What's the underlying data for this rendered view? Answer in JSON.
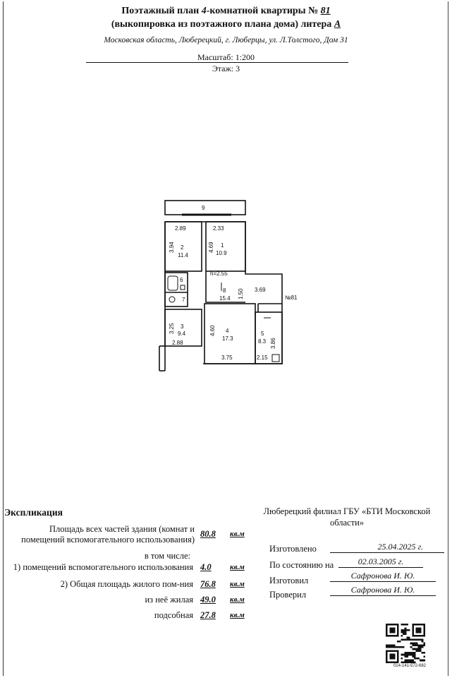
{
  "header": {
    "title_prefix": "Поэтажный план ",
    "title_italic": "4",
    "title_middle": "-комнатной квартиры № ",
    "title_number": "81",
    "subtitle_prefix": "(выкопировка из поэтажного плана дома) литера ",
    "subtitle_litera": "А",
    "address": "Московская область, Люберецкий, г. Люберцы, ул. Л.Толстого, Дом 31",
    "scale": "Масштаб: 1:200",
    "floor": "Этаж: 3"
  },
  "plan": {
    "balcony_label": "9",
    "rooms": [
      {
        "num": "2",
        "area": "11.4",
        "width": "2.89",
        "depth": "3.94"
      },
      {
        "num": "1",
        "area": "10.9",
        "width": "2.33",
        "depth": "4.69"
      },
      {
        "num": "6",
        "area": ""
      },
      {
        "num": "7",
        "area": ""
      },
      {
        "num": "8",
        "area": "15.4",
        "width": "3.69",
        "depth": "1.50"
      },
      {
        "num": "3",
        "area": "9.4",
        "width": "2.88",
        "depth": "3.25"
      },
      {
        "num": "4",
        "area": "17.3",
        "width": "3.75",
        "depth": "4.60"
      },
      {
        "num": "5",
        "area": "8.3",
        "width": "2.15",
        "depth": "3.86"
      }
    ],
    "ceiling_height": "h=2.55",
    "apartment_label": "№81"
  },
  "explication": {
    "title": "Экспликация",
    "rows": [
      {
        "label_1": "Площадь всех частей здания (комнат и",
        "label_2": "помещений вспомогательного использования)",
        "value": "80.8",
        "unit": "кв.м"
      },
      {
        "label_1": "в том числе:",
        "value": "",
        "unit": ""
      },
      {
        "label_1": "1) помещений вспомогательного использования",
        "value": "4.0",
        "unit": "кв.м"
      },
      {
        "label_1": "2) Общая площадь жилого пом-ния",
        "value": "76.8",
        "unit": "кв.м"
      },
      {
        "label_1": "из неё жилая",
        "value": "49.0",
        "unit": "кв.м"
      },
      {
        "label_1": "подсобная",
        "value": "27.8",
        "unit": "кв.м"
      }
    ]
  },
  "organization": {
    "name": "Люберецкий филиал ГБУ «БТИ Московской области»",
    "made_label": "Изготовлено",
    "made_value": "25.04.2025 г.",
    "state_label": "По состоянию на",
    "state_value": "02.03.2005 г.",
    "made_by_label": "Изготовил",
    "made_by_value": "Сафронова И. Ю.",
    "checked_label": "Проверил",
    "checked_value": "Сафронова И. Ю."
  },
  "qr": {
    "code": "014-141-572-682"
  }
}
